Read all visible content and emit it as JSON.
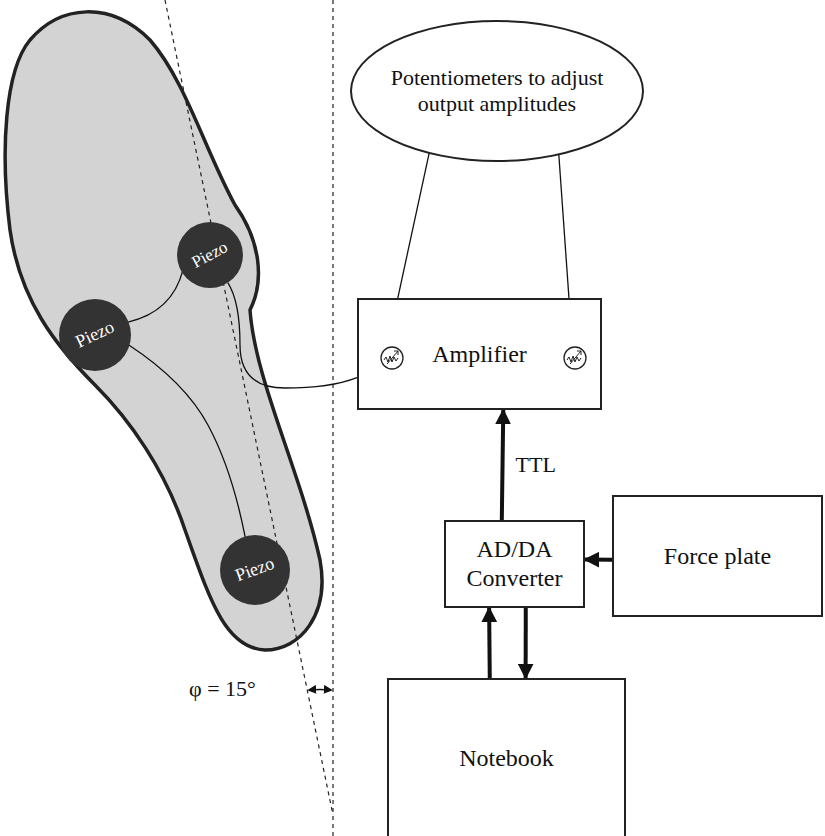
{
  "diagram": {
    "nodes": [
      {
        "text": [
          "Potentiometers to adjust output amplitudes"
        ]
      },
      {
        "text": [
          "Piezo"
        ]
      },
      {
        "text": [
          "Piezo"
        ]
      },
      {
        "text": [
          "Amplifier"
        ]
      },
      {
        "text": [
          "AD/DA Converter"
        ]
      },
      {
        "text": [
          "Force plate"
        ]
      },
      {
        "text": [
          "Piezo"
        ]
      },
      {
        "text": [
          "Notebook"
        ]
      }
    ],
    "edges": [
      {
        "from": 0,
        "to": 3,
        "arrow": "to"
      },
      {
        "from": 0,
        "to": 3,
        "arrow": "to"
      },
      {
        "from": 1,
        "to": 3,
        "arrow": "none"
      },
      {
        "from": 2,
        "to": 1,
        "arrow": "none"
      },
      {
        "from": 2,
        "to": 6,
        "arrow": "none"
      },
      {
        "from": 4,
        "to": 3,
        "label": "TTL",
        "arrow": "to"
      },
      {
        "from": 5,
        "to": 4,
        "arrow": "to"
      },
      {
        "from": 7,
        "to": 4,
        "arrow": "to"
      },
      {
        "from": 4,
        "to": 7,
        "arrow": "to"
      }
    ],
    "labels": [
      "φ = 15°"
    ]
  }
}
